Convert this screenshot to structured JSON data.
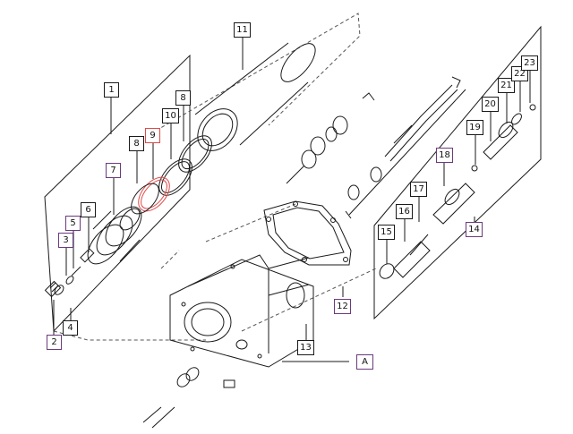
{
  "callouts": [
    {
      "id": "1",
      "text": "1",
      "style": "normal"
    },
    {
      "id": "2",
      "text": "2",
      "style": "purple"
    },
    {
      "id": "3",
      "text": "3",
      "style": "purple"
    },
    {
      "id": "4",
      "text": "4",
      "style": "normal"
    },
    {
      "id": "5",
      "text": "5",
      "style": "purple"
    },
    {
      "id": "6",
      "text": "6",
      "style": "normal"
    },
    {
      "id": "7",
      "text": "7",
      "style": "purple"
    },
    {
      "id": "8a",
      "text": "8",
      "style": "normal"
    },
    {
      "id": "8b",
      "text": "8",
      "style": "normal"
    },
    {
      "id": "9",
      "text": "9",
      "style": "red"
    },
    {
      "id": "10",
      "text": "10",
      "style": "normal"
    },
    {
      "id": "11",
      "text": "11",
      "style": "normal"
    },
    {
      "id": "12",
      "text": "12",
      "style": "purple"
    },
    {
      "id": "13",
      "text": "13",
      "style": "normal"
    },
    {
      "id": "14",
      "text": "14",
      "style": "purple"
    },
    {
      "id": "15",
      "text": "15",
      "style": "normal"
    },
    {
      "id": "16",
      "text": "16",
      "style": "normal"
    },
    {
      "id": "17",
      "text": "17",
      "style": "normal"
    },
    {
      "id": "18",
      "text": "18",
      "style": "purple"
    },
    {
      "id": "19",
      "text": "19",
      "style": "normal"
    },
    {
      "id": "20",
      "text": "20",
      "style": "normal"
    },
    {
      "id": "21",
      "text": "21",
      "style": "normal"
    },
    {
      "id": "22",
      "text": "22",
      "style": "normal"
    },
    {
      "id": "23",
      "text": "23",
      "style": "normal"
    },
    {
      "id": "A",
      "text": "A",
      "style": "purple"
    }
  ],
  "colors": {
    "line": "#1a1a1a",
    "normal_border": "#1a1a1a",
    "purple_border": "#6b3a7d",
    "highlight_red": "#e04a4a"
  }
}
